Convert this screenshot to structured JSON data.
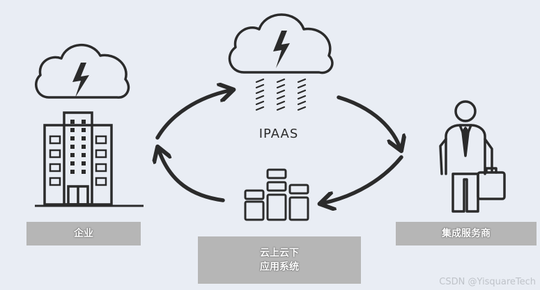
{
  "diagram": {
    "center_label": "IPAAS",
    "nodes": {
      "enterprise": "企业",
      "integrator": "集成服务商",
      "cloud_systems_line1": "云上云下",
      "cloud_systems_line2": "应用系统"
    },
    "watermark": "CSDN @YisquareTech"
  },
  "colors": {
    "background": "#e9edf4",
    "stroke": "#2b2b2b",
    "label_box": "#b6b6b6"
  },
  "icons": [
    "cloud-lightning-icon",
    "office-building-icon",
    "businessman-icon",
    "app-blocks-icon",
    "cycle-arrow-icon"
  ]
}
